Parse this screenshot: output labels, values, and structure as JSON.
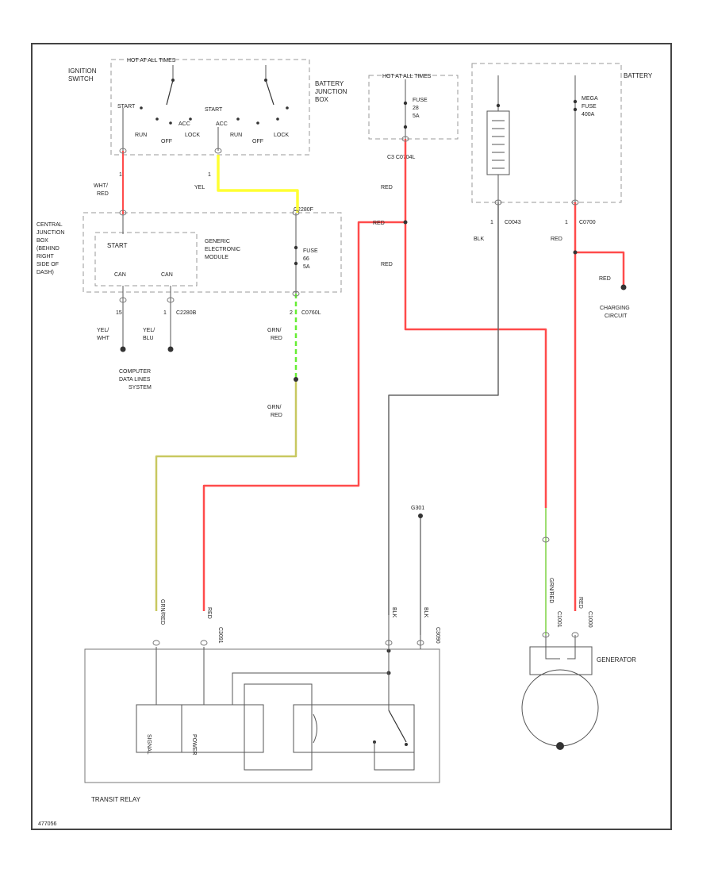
{
  "ignition_switch": {
    "label_line1": "IGNITION",
    "label_line2": "SWITCH",
    "hot_at_all_times": "HOT AT ALL TIMES",
    "pos_start": "START",
    "pos_run": "RUN",
    "pos_off": "OFF",
    "pos_acc": "ACC",
    "pos_lock": "LOCK",
    "pos_start_2": "START",
    "pos_acc_2": "ACC",
    "pos_run_2": "RUN",
    "pos_off_2": "OFF",
    "pos_lock_2": "LOCK"
  },
  "battery_junction_box": {
    "label_line1": "BATTERY",
    "label_line2": "JUNCTION",
    "label_line3": "BOX",
    "hot_at_all_times": "HOT AT ALL TIMES",
    "fuse_line1": "FUSE",
    "fuse_line2": "28",
    "fuse_line3": "5A",
    "connector": "C3 C0704L"
  },
  "battery": {
    "label": "BATTERY",
    "mega_fuse_line1": "MEGA",
    "mega_fuse_line2": "FUSE",
    "mega_fuse_line3": "400A",
    "conn_left": "C0043",
    "conn_right": "C0700",
    "pin_left": "1",
    "pin_right": "1"
  },
  "central_junction_box": {
    "label_line1": "CENTRAL",
    "label_line2": "JUNCTION",
    "label_line3": "BOX",
    "label_line4": "(BEHIND",
    "label_line5": "RIGHT",
    "label_line6": "SIDE OF",
    "label_line7": "DASH)",
    "start": "START",
    "gem_line1": "GENERIC",
    "gem_line2": "ELECTRONIC",
    "gem_line3": "MODULE",
    "can_left": "CAN",
    "can_right": "CAN",
    "fuse_line1": "FUSE",
    "fuse_line2": "66",
    "fuse_line3": "5A",
    "conn_top": "C2280F",
    "conn_bottom_pin": "2",
    "conn_bottom": "C0760L",
    "conn_can": "C2280B",
    "pin_can_left": "15",
    "pin_can_right": "1"
  },
  "wires": {
    "wht_red_line1": "WHT/",
    "wht_red_line2": "RED",
    "yel": "YEL",
    "red_1": "RED",
    "red_2": "RED",
    "red_3": "RED",
    "red_4": "RED",
    "red_5": "RED",
    "blk": "BLK",
    "grn_red_1_line1": "GRN/",
    "grn_red_1_line2": "RED",
    "grn_red_2_line1": "GRN/",
    "grn_red_2_line2": "RED",
    "yel_wht_line1": "YEL/",
    "yel_wht_line2": "WHT",
    "yel_blu_line1": "YEL/",
    "yel_blu_line2": "BLU",
    "pin_1a": "1",
    "pin_1b": "1"
  },
  "computer_data_lines": {
    "line1": "COMPUTER",
    "line2": "DATA LINES",
    "line3": "SYSTEM"
  },
  "charging_circuit": {
    "line1": "CHARGING",
    "line2": "CIRCUIT"
  },
  "ground": {
    "label": "G301"
  },
  "transit_relay": {
    "label": "TRANSIT RELAY",
    "signal": "SIGNAL",
    "power": "POWER",
    "conn_1": "C3091",
    "conn_2": "C3090",
    "wire_1": "GRN/RED",
    "wire_2": "RED",
    "wire_3": "BLK",
    "wire_4": "BLK"
  },
  "generator": {
    "label": "GENERATOR",
    "conn_1": "C1001",
    "conn_2": "C1000",
    "wire_1": "GRN/RED",
    "wire_2": "RED"
  },
  "footer": {
    "code": "477056"
  },
  "colors": {
    "red": "#ff4b4b",
    "yellow": "#ffff33",
    "green": "#66ee33",
    "olive": "#c8c860",
    "black": "#555555",
    "frame": "#444444"
  }
}
